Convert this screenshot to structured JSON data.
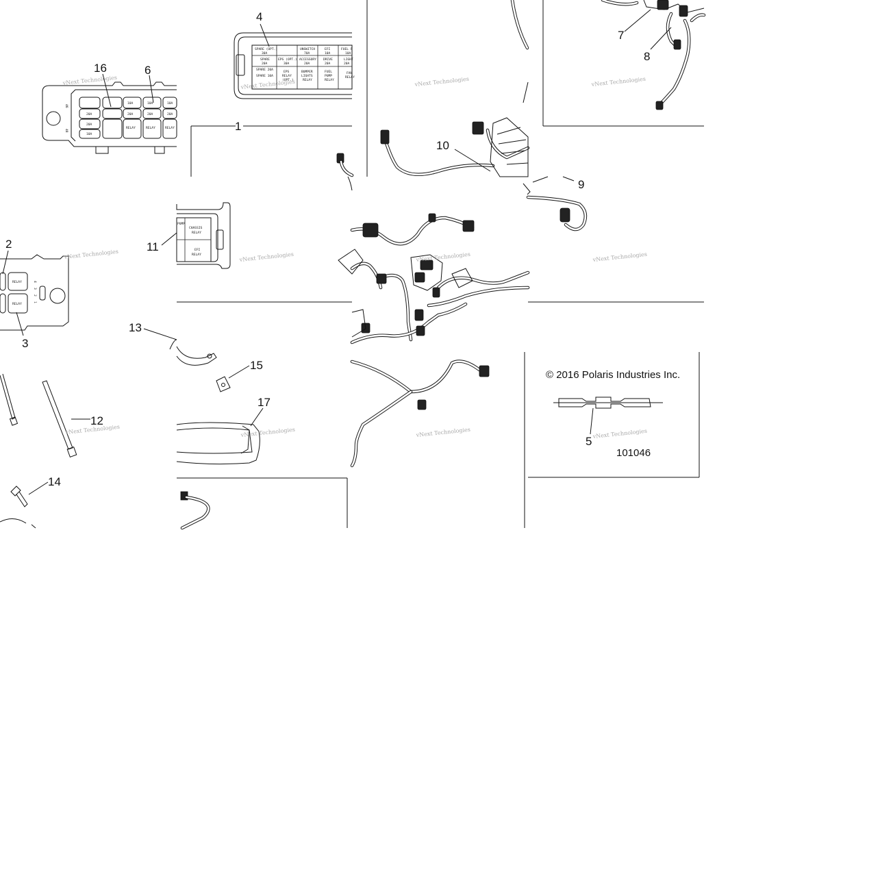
{
  "callouts": {
    "c1": "1",
    "c2": "2",
    "c3": "3",
    "c4": "4",
    "c5": "5",
    "c6": "6",
    "c7": "7",
    "c8": "8",
    "c9": "9",
    "c10": "10",
    "c11": "11",
    "c12": "12",
    "c13": "13",
    "c14": "14",
    "c15": "15",
    "c16": "16",
    "c17": "17"
  },
  "copyright": "© 2016 Polaris Industries Inc.",
  "figure_number": "101046",
  "watermark": "vNext Technologies",
  "fuse_box_4": {
    "row1": [
      "SPARE (OPT.)",
      "30A",
      "UNSWITCH",
      "70A",
      "EFI",
      "10A",
      "FUEL P",
      "10A"
    ],
    "row2": [
      "SPARE",
      "20A",
      "EPS (OPT.)",
      "30A",
      "ACCESSORY",
      "20A",
      "DRIVE",
      "20A",
      "LIGHT",
      "20A"
    ],
    "row3": [
      "SPARE 20A",
      "SPARE 10A",
      "EPS",
      "RELAY",
      "(OPT.)",
      "BUMPER",
      "LIGHTS",
      "RELAY",
      "FUEL",
      "PUMP",
      "RELAY",
      "FAN",
      "RELAY"
    ]
  },
  "fuse_box_6": {
    "top": [
      "10A",
      "10A",
      "10A"
    ],
    "mid": [
      "20A",
      "20A",
      "20A",
      "20A"
    ],
    "low": [
      "20A",
      "RELAY",
      "RELAY",
      "RELAY"
    ],
    "bot": [
      "10A"
    ]
  },
  "relay_box_11": [
    "CHASSIS",
    "RELAY",
    "EFI",
    "RELAY",
    "PUMP"
  ],
  "relay_box_2": [
    "RELAY",
    "RELAY"
  ],
  "relay_box_2_pins": [
    "4",
    "3",
    "2",
    "1"
  ]
}
